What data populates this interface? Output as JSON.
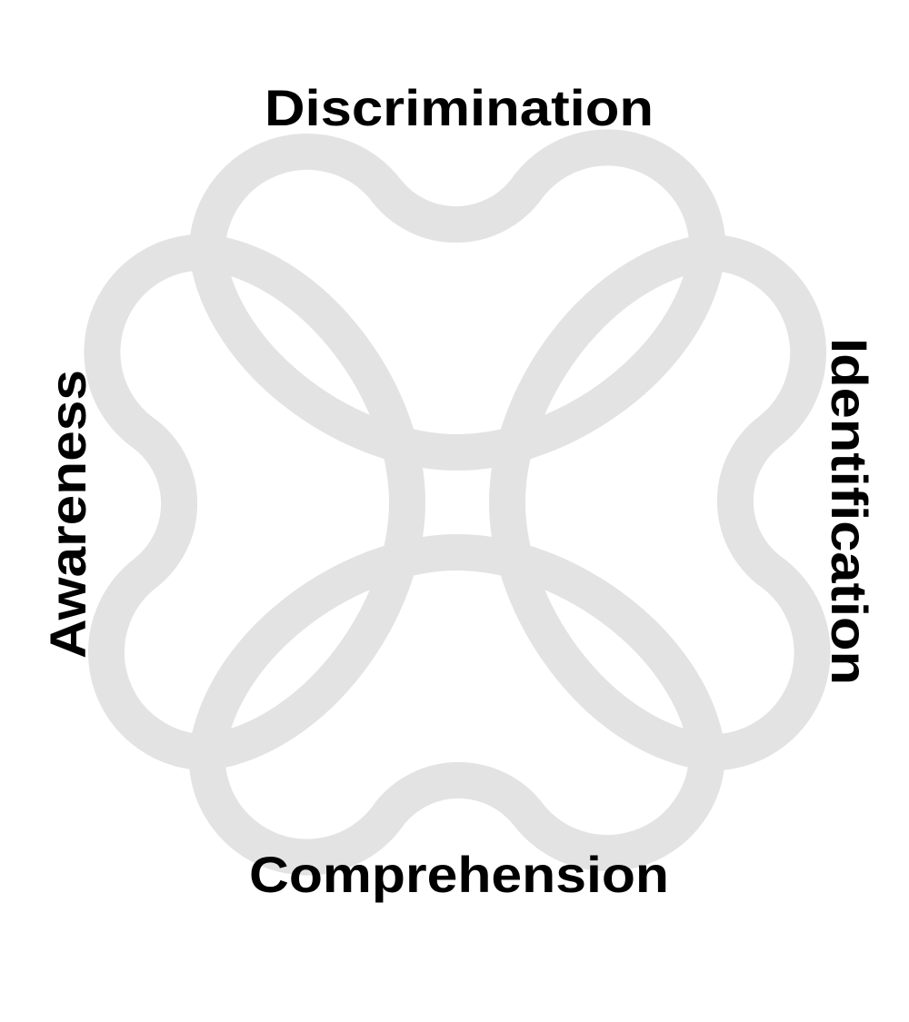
{
  "diagram": {
    "labels": {
      "top": "Discrimination",
      "right": "Identification",
      "bottom": "Comprehension",
      "left": "Awareness"
    },
    "colors": {
      "loop": "#e3e3e3",
      "text": "#000000"
    }
  }
}
